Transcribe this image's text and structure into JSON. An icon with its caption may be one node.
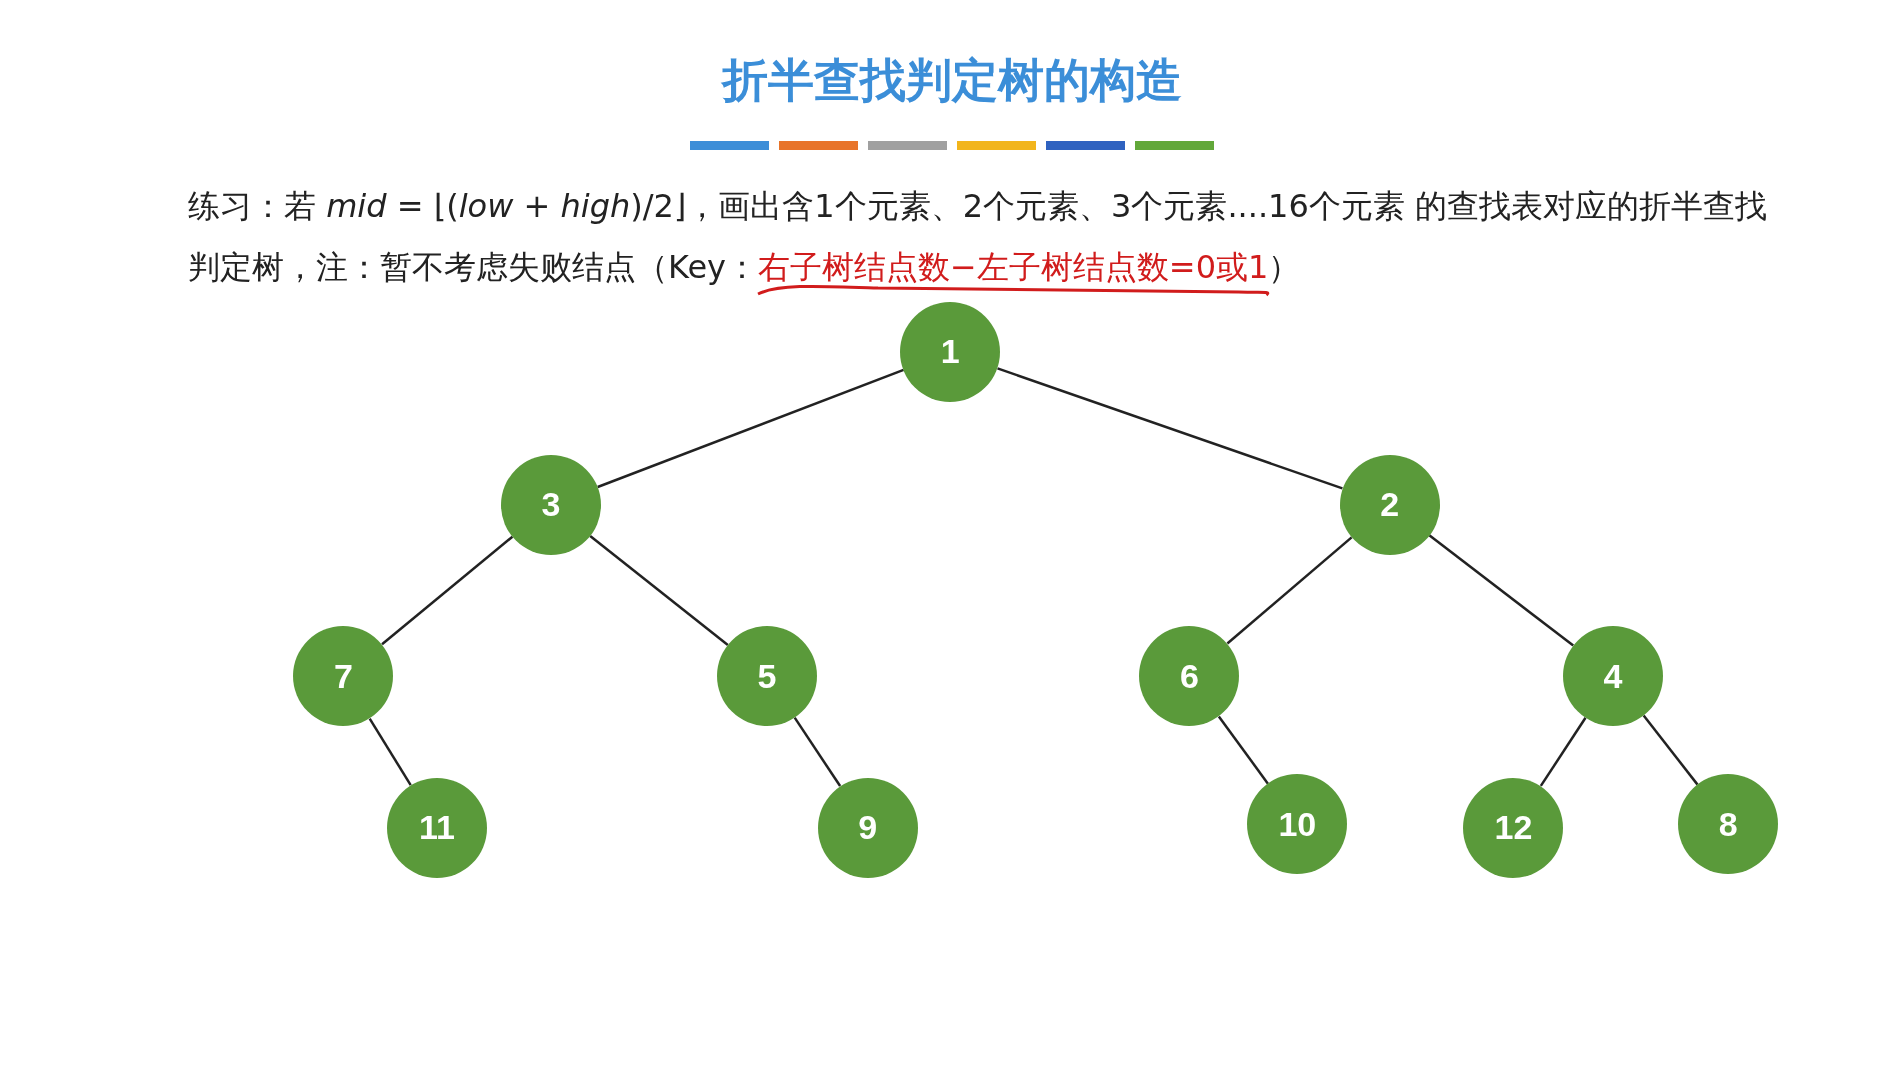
{
  "diagram": {
    "title": "折半查找判定树的构造",
    "nodes": [
      {
        "text": [
          "1"
        ]
      },
      {
        "text": [
          "3"
        ]
      },
      {
        "text": [
          "2"
        ]
      },
      {
        "text": [
          "7"
        ]
      },
      {
        "text": [
          "5"
        ]
      },
      {
        "text": [
          "6"
        ]
      },
      {
        "text": [
          "4"
        ]
      },
      {
        "text": [
          "11"
        ]
      },
      {
        "text": [
          "9"
        ]
      },
      {
        "text": [
          "10"
        ]
      },
      {
        "text": [
          "12"
        ]
      },
      {
        "text": [
          "8"
        ]
      }
    ],
    "edges": [
      {
        "from": 0,
        "to": 1,
        "arrow": "none"
      },
      {
        "from": 0,
        "to": 2,
        "arrow": "none"
      },
      {
        "from": 1,
        "to": 3,
        "arrow": "none"
      },
      {
        "from": 1,
        "to": 4,
        "arrow": "none"
      },
      {
        "from": 2,
        "to": 5,
        "arrow": "none"
      },
      {
        "from": 2,
        "to": 6,
        "arrow": "none"
      },
      {
        "from": 3,
        "to": 7,
        "arrow": "none"
      },
      {
        "from": 4,
        "to": 8,
        "arrow": "none"
      },
      {
        "from": 5,
        "to": 9,
        "arrow": "none"
      },
      {
        "from": 6,
        "to": 10,
        "arrow": "none"
      },
      {
        "from": 6,
        "to": 11,
        "arrow": "none"
      }
    ],
    "labels": [
      "练习：若 *mid* = ⌊(*low* + *high*)/2⌋，画出含1个元素、2个元素、3个元素....16个元素 的查找表对应的折半查找判定树，注：暂不考虑失败结点（Key：",
      "右子树结点数−左子树结点数=0或1",
      "）"
    ]
  }
}
